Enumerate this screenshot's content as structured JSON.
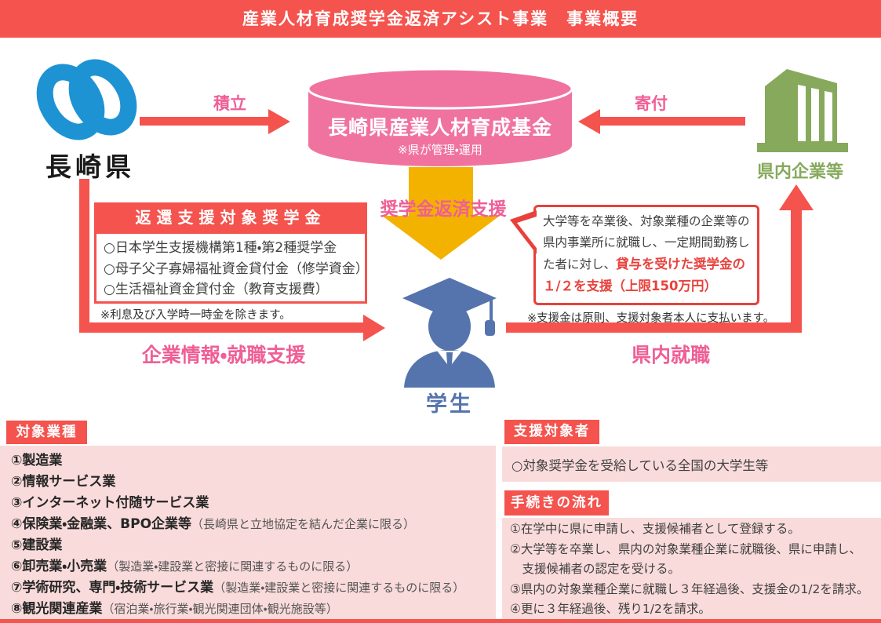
{
  "page": {
    "title": "産業人材育成奨学金返済アシスト事業　事業概要"
  },
  "colors": {
    "banner_red": "#f4534e",
    "label_pink": "#ef5f96",
    "cylinder_pink": "#f0739f",
    "arrow_yellow": "#f3b200",
    "company_green": "#86a95c",
    "student_blue": "#5574ae",
    "logo_blue": "#1e93d4",
    "panel_pink_bg": "#fadbdb",
    "highlight_red": "#e8413c"
  },
  "diagram": {
    "prefecture": {
      "label": "長崎県",
      "icon": "nagasaki-prefecture-logo"
    },
    "fund": {
      "title": "長崎県産業人材育成基金",
      "note": "※県が管理・運用"
    },
    "companies": {
      "label": "県内企業等",
      "icon": "office-building"
    },
    "student": {
      "label": "学生",
      "icon": "graduate-person"
    },
    "arrows": {
      "deposit": "積立",
      "donation": "寄付",
      "repayment_support": "奨学金返済支援",
      "job_support": "企業情報・就職支援",
      "local_employment": "県内就職"
    },
    "scholarship_box": {
      "header": "返還支援対象奨学金",
      "items": [
        "○日本学生支援機構第1種・第2種奨学金",
        "○母子父子寡婦福祉資金貸付金（修学資金）",
        "○生活福祉資金貸付金（教育支援費）"
      ],
      "note": "※利息及び入学時一時金を除きます。"
    },
    "bubble": {
      "text_normal": "大学等を卒業後、対象業種の企業等の県内事業所に就職し、一定期間勤務した者に対し、",
      "text_highlight": "貸与を受けた奨学金の１/２を支援（上限150万円）",
      "note": "※支援金は原則、支援対象者本人に支払います。"
    }
  },
  "sections": {
    "industries": {
      "header": "対象業種",
      "items": [
        {
          "main": "①製造業",
          "sub": ""
        },
        {
          "main": "②情報サービス業",
          "sub": ""
        },
        {
          "main": "③インターネット付随サービス業",
          "sub": ""
        },
        {
          "main": "④保険業・金融業、BPO企業等",
          "sub": "（長崎県と立地協定を結んだ企業に限る）"
        },
        {
          "main": "⑤建設業",
          "sub": ""
        },
        {
          "main": "⑥卸売業・小売業",
          "sub": "（製造業・建設業と密接に関連するものに限る）"
        },
        {
          "main": "⑦学術研究、専門・技術サービス業",
          "sub": "（製造業・建設業と密接に関連するものに限る）"
        },
        {
          "main": "⑧観光関連産業",
          "sub": "（宿泊業・旅行業・観光関連団体・観光施設等）"
        }
      ]
    },
    "eligible": {
      "header": "支援対象者",
      "body": "○対象奨学金を受給している全国の大学生等"
    },
    "procedure": {
      "header": "手続きの流れ",
      "steps": [
        "①在学中に県に申請し、支援候補者として登録する。",
        "②大学等を卒業し、県内の対象業種企業に就職後、県に申請し、",
        "　支援候補者の認定を受ける。",
        "③県内の対象業種企業に就職し３年経過後、支援金の1/2を請求。",
        "④更に３年経過後、残り1/2を請求。"
      ]
    }
  }
}
